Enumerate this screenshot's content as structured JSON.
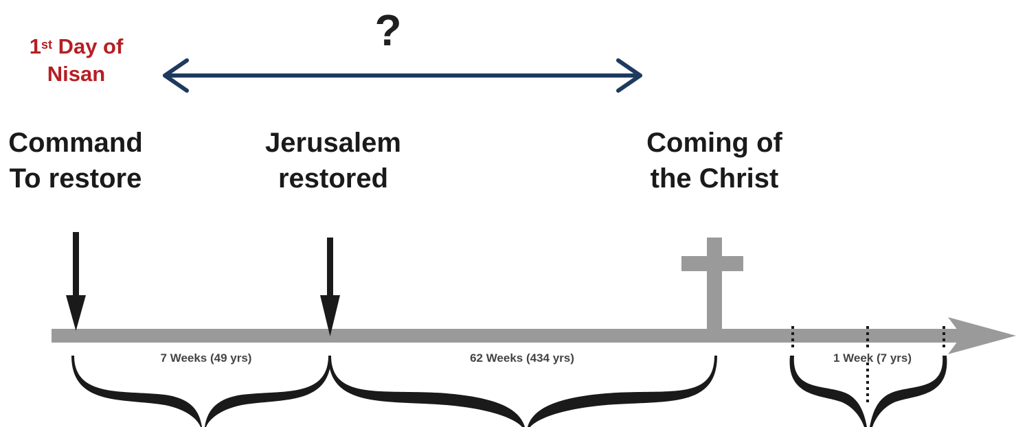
{
  "top": {
    "nisan_line1_prefix": "1",
    "nisan_line1_sup": "st",
    "nisan_line1_rest": " Day of",
    "nisan_line2": "Nisan",
    "question": "?"
  },
  "events": {
    "command_line1": "Command",
    "command_line2": "To restore",
    "jerusalem_line1": "Jerusalem",
    "jerusalem_line2": "restored",
    "christ_line1": "Coming of",
    "christ_line2": "the Christ"
  },
  "periods": {
    "seven_weeks": "7 Weeks (49 yrs)",
    "sixty_two_weeks": "62 Weeks (434 yrs)",
    "one_week": "1 Week (7 yrs)"
  },
  "colors": {
    "nisan_red": "#b51f24",
    "arrow_blue": "#1e3a5f",
    "timeline_gray": "#9a9a9a",
    "ink": "#1a1a1a"
  }
}
